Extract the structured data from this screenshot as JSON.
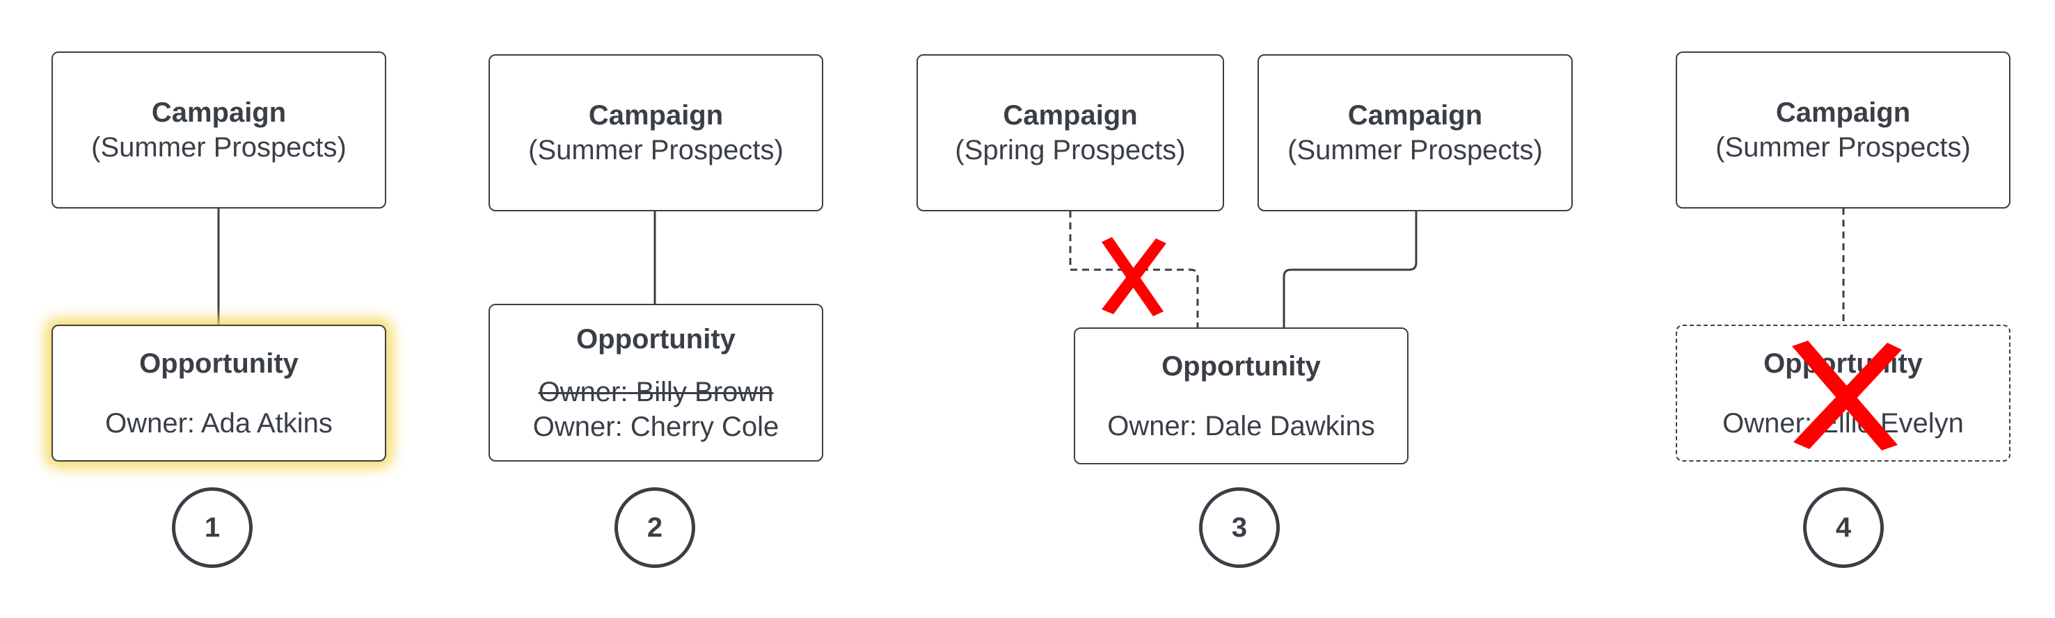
{
  "colors": {
    "stroke": "#3a3f47",
    "x_mark": "#ff0000",
    "highlight": "#f6d65c"
  },
  "scenarios": [
    {
      "step": "1",
      "campaigns": [
        {
          "title": "Campaign",
          "name": "(Summer Prospects)"
        }
      ],
      "opportunity": {
        "title": "Opportunity",
        "owners": [
          "Owner: Ada Atkins"
        ]
      }
    },
    {
      "step": "2",
      "campaigns": [
        {
          "title": "Campaign",
          "name": "(Summer Prospects)"
        }
      ],
      "opportunity": {
        "title": "Opportunity",
        "previous_owner": "Owner: Billy Brown",
        "owner": "Owner: Cherry Cole"
      }
    },
    {
      "step": "3",
      "campaigns": [
        {
          "title": "Campaign",
          "name": "(Spring Prospects)"
        },
        {
          "title": "Campaign",
          "name": "(Summer Prospects)"
        }
      ],
      "opportunity": {
        "title": "Opportunity",
        "owner": "Owner: Dale Dawkins"
      }
    },
    {
      "step": "4",
      "campaigns": [
        {
          "title": "Campaign",
          "name": "(Summer Prospects)"
        }
      ],
      "opportunity": {
        "title": "Opportunity",
        "owner": "Owner: Ellie Evelyn"
      }
    }
  ]
}
